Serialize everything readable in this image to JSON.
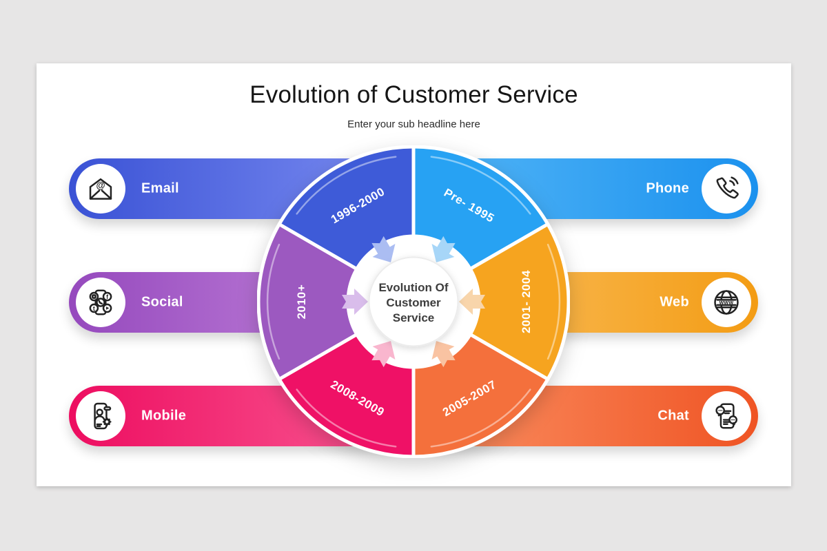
{
  "slide": {
    "title": "Evolution of Customer Service",
    "subtitle": "Enter your sub headline here",
    "canvas_color": "#e7e6e6",
    "card_color": "#ffffff"
  },
  "hub": {
    "line1": "Evolution Of",
    "line2": "Customer",
    "line3": "Service"
  },
  "wheel": {
    "segments": [
      {
        "label": "Pre- 1995",
        "color": "#27a2f3",
        "position": "top-right"
      },
      {
        "label": "2001- 2004",
        "color": "#f6a41f",
        "position": "right"
      },
      {
        "label": "2005-2007",
        "color": "#f4703c",
        "position": "bottom-right"
      },
      {
        "label": "2008-2009",
        "color": "#ef1166",
        "position": "bottom-left"
      },
      {
        "label": "2010+",
        "color": "#9c59c0",
        "position": "left"
      },
      {
        "label": "1996-2000",
        "color": "#3e5bd8",
        "position": "top-left"
      }
    ],
    "arrows": [
      {
        "position": "right",
        "color": "#f8d5ab"
      },
      {
        "position": "bottom-right",
        "color": "#f9c3a2"
      },
      {
        "position": "bottom-left",
        "color": "#f9b6ce"
      },
      {
        "position": "left",
        "color": "#d9bdeb"
      },
      {
        "position": "top-left",
        "color": "#abbdf2"
      },
      {
        "position": "top-right",
        "color": "#a7d6f8"
      }
    ]
  },
  "channels": [
    {
      "label": "Email",
      "icon": "email-envelope-icon",
      "side": "left",
      "row": 1,
      "color_outer": "#3a52d5",
      "color_inner": "#7d8ef2"
    },
    {
      "label": "Phone",
      "icon": "phone-handset-icon",
      "side": "right",
      "row": 1,
      "color_outer": "#1b91ee",
      "color_inner": "#55b7f7"
    },
    {
      "label": "Social",
      "icon": "social-apps-icon",
      "side": "left",
      "row": 2,
      "color_outer": "#9549bd",
      "color_inner": "#c78ade"
    },
    {
      "label": "Web",
      "icon": "web-globe-icon",
      "side": "right",
      "row": 2,
      "color_outer": "#f39c14",
      "color_inner": "#fbc267"
    },
    {
      "label": "Mobile",
      "icon": "mobile-user-icon",
      "side": "left",
      "row": 3,
      "color_outer": "#ed0d60",
      "color_inner": "#fa5c95"
    },
    {
      "label": "Chat",
      "icon": "chat-bubbles-icon",
      "side": "right",
      "row": 3,
      "color_outer": "#ef5424",
      "color_inner": "#fb9265"
    }
  ]
}
